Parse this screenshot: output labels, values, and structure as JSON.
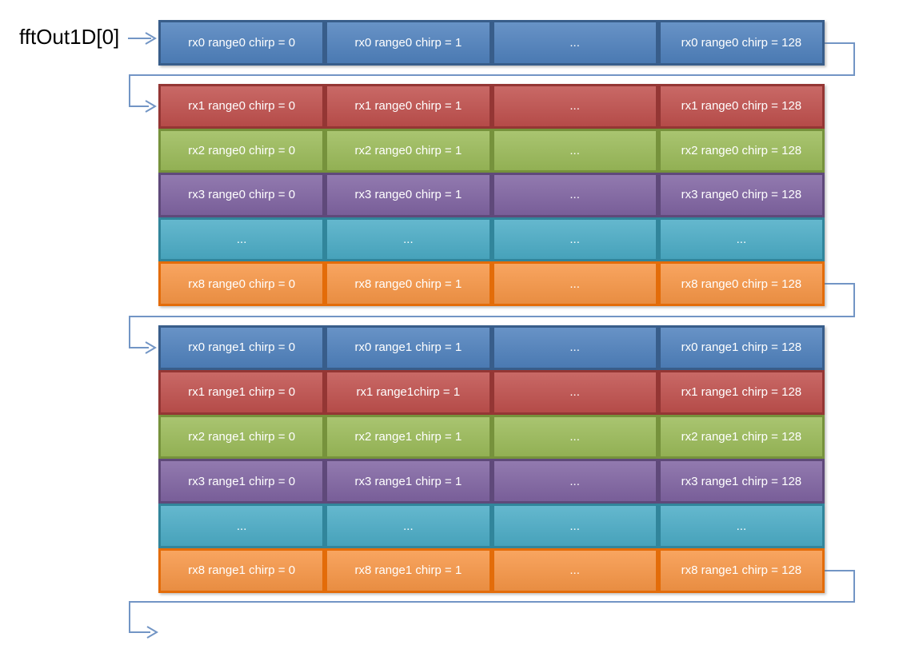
{
  "diagram": {
    "pointer_label": "fftOut1D[0]",
    "colors": {
      "connector": "#7295C5",
      "cell_text": "#FFFFFF",
      "label_text": "#000000",
      "palette": {
        "blue": {
          "fill": "#4F81BD",
          "border": "#385D8A"
        },
        "red": {
          "fill": "#C0504D",
          "border": "#943634"
        },
        "green": {
          "fill": "#9BBB59",
          "border": "#76923C"
        },
        "purple": {
          "fill": "#8064A2",
          "border": "#5F497A"
        },
        "teal": {
          "fill": "#4BACC6",
          "border": "#31859B"
        },
        "orange": {
          "fill": "#F79646",
          "border": "#E36C09"
        }
      }
    },
    "groups": [
      {
        "rows": [
          {
            "color": "blue",
            "cells": [
              "rx0 range0 chirp = 0",
              "rx0 range0 chirp = 1",
              "...",
              "rx0 range0 chirp = 128"
            ]
          }
        ]
      },
      {
        "rows": [
          {
            "color": "red",
            "cells": [
              "rx1 range0 chirp = 0",
              "rx1 range0 chirp = 1",
              "...",
              "rx1 range0 chirp = 128"
            ]
          },
          {
            "color": "green",
            "cells": [
              "rx2 range0 chirp = 0",
              "rx2 range0 chirp = 1",
              "...",
              "rx2 range0 chirp = 128"
            ]
          },
          {
            "color": "purple",
            "cells": [
              "rx3 range0 chirp = 0",
              "rx3 range0 chirp = 1",
              "...",
              "rx3 range0 chirp = 128"
            ]
          },
          {
            "color": "teal",
            "cells": [
              "...",
              "...",
              "...",
              "..."
            ]
          },
          {
            "color": "orange",
            "cells": [
              "rx8 range0 chirp = 0",
              "rx8 range0 chirp = 1",
              "...",
              "rx8 range0 chirp = 128"
            ]
          }
        ]
      },
      {
        "rows": [
          {
            "color": "blue",
            "cells": [
              "rx0 range1 chirp = 0",
              "rx0 range1 chirp = 1",
              "...",
              "rx0 range1 chirp = 128"
            ]
          },
          {
            "color": "red",
            "cells": [
              "rx1 range1 chirp = 0",
              "rx1 range1chirp = 1",
              "...",
              "rx1 range1 chirp = 128"
            ]
          },
          {
            "color": "green",
            "cells": [
              "rx2 range1 chirp = 0",
              "rx2 range1 chirp = 1",
              "...",
              "rx2 range1 chirp = 128"
            ]
          },
          {
            "color": "purple",
            "cells": [
              "rx3 range1 chirp = 0",
              "rx3 range1 chirp = 1",
              "...",
              "rx3 range1 chirp = 128"
            ]
          },
          {
            "color": "teal",
            "cells": [
              "...",
              "...",
              "...",
              "..."
            ]
          },
          {
            "color": "orange",
            "cells": [
              "rx8 range1 chirp = 0",
              "rx8 range1 chirp = 1",
              "...",
              "rx8 range1 chirp = 128"
            ]
          }
        ]
      }
    ]
  }
}
